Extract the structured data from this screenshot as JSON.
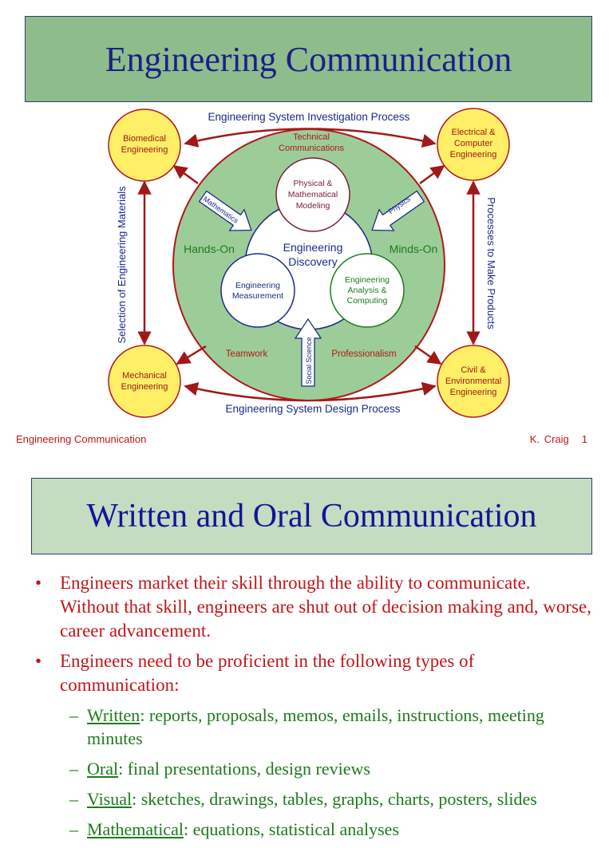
{
  "slide1": {
    "title": "Engineering Communication",
    "diagram": {
      "top_label": "Engineering System Investigation Process",
      "bottom_label": "Engineering System Design Process",
      "left_label": "Selection of Engineering Materials",
      "right_label": "Processes to Make Products",
      "corners": {
        "tl": [
          "Biomedical",
          "Engineering"
        ],
        "tr": [
          "Electrical &",
          "Computer",
          "Engineering"
        ],
        "bl": [
          "Mechanical",
          "Engineering"
        ],
        "br": [
          "Civil &",
          "Environmental",
          "Engineering"
        ]
      },
      "ring_top": [
        "Technical",
        "Communications"
      ],
      "ring_left": "Hands-On",
      "ring_right": "Minds-On",
      "ring_bl": "Teamwork",
      "ring_br": "Professionalism",
      "center": [
        "Engineering",
        "Discovery"
      ],
      "node_top": [
        "Physical &",
        "Mathematical",
        "Modeling"
      ],
      "node_left": [
        "Engineering",
        "Measurement"
      ],
      "node_right": [
        "Engineering",
        "Analysis &",
        "Computing"
      ],
      "arrow_math": "Mathematics",
      "arrow_phys": "Physics",
      "arrow_social": "Social Science"
    },
    "footer_left": "Engineering Communication",
    "footer_author": "K. Craig",
    "footer_page": "1"
  },
  "slide2": {
    "title": "Written and Oral Communication",
    "bullets": [
      "Engineers market their skill through the ability to communicate.  Without that skill, engineers are shut out of decision making and, worse, career advancement.",
      "Engineers need to be proficient in the following types of communication:"
    ],
    "subitems": [
      {
        "key": "Written",
        "text": ": reports, proposals, memos, emails, instructions, meeting minutes"
      },
      {
        "key": "Oral",
        "text": ": final presentations, design reviews"
      },
      {
        "key": "Visual",
        "text": ": sketches, drawings, tables, graphs, charts, posters, slides"
      },
      {
        "key": "Mathematical",
        "text": ": equations, statistical analyses"
      }
    ]
  },
  "colors": {
    "title_bg": "#8fbc8b",
    "title_bg2": "#c5dcc1",
    "title_text": "#1b1e8c",
    "accent_red": "#c0161a",
    "accent_green": "#1e7a1e",
    "ring_green": "#9ccd98",
    "corner_yellow": "#ffef66"
  }
}
